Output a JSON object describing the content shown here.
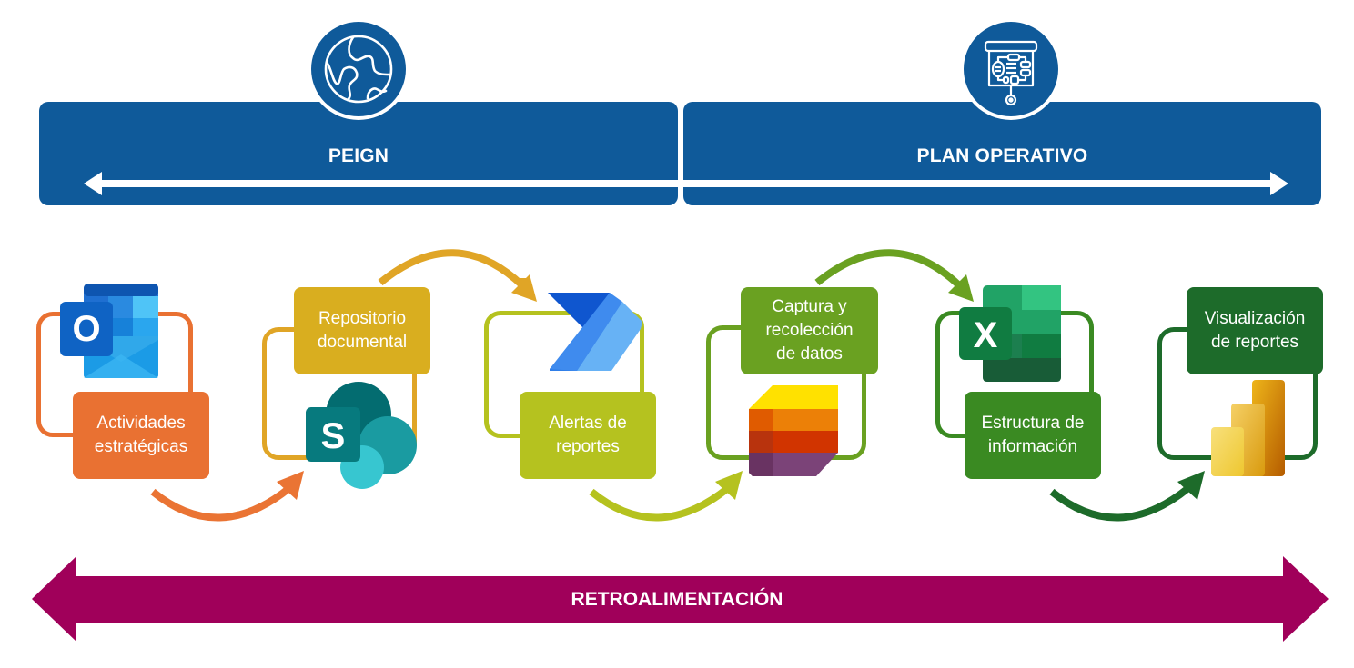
{
  "phases": [
    {
      "title": "PEIGN",
      "icon": "globe-icon"
    },
    {
      "title": "PLAN OPERATIVO",
      "icon": "presentation-board-icon"
    }
  ],
  "steps": [
    {
      "label": "Actividades\nestratégicas",
      "app": "outlook-icon",
      "color": "#e97132"
    },
    {
      "label": "Repositorio\ndocumental",
      "app": "sharepoint-icon",
      "color": "#d9ae1f"
    },
    {
      "label": "Alertas de\nreportes",
      "app": "power-automate-icon",
      "color": "#b5c21f"
    },
    {
      "label": "Captura y\nrecolección\nde datos",
      "app": "microsoft-lists-icon",
      "color": "#6aa121"
    },
    {
      "label": "Estructura de\ninformación",
      "app": "excel-icon",
      "color": "#3a8a22"
    },
    {
      "label": "Visualización\nde reportes",
      "app": "power-bi-icon",
      "color": "#1d6b2a"
    }
  ],
  "arrow_colors": [
    "#ea7434",
    "#e0a526",
    "#b5c21f",
    "#6aa121",
    "#1d6b2a"
  ],
  "feedback": {
    "title": "RETROALIMENTACIÓN",
    "color": "#a0005a"
  },
  "colors": {
    "phase_blue": "#0f5a9a"
  }
}
